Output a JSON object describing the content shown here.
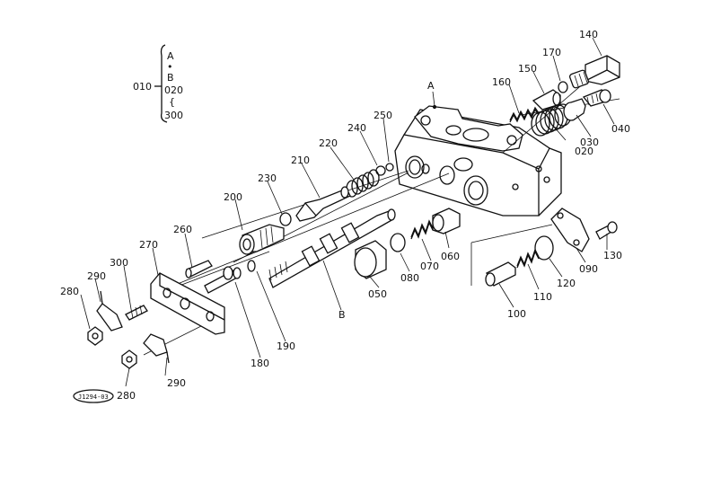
{
  "diagram": {
    "callouts": {
      "p010": "010",
      "p020": "020",
      "p030": "030",
      "p040": "040",
      "p050": "050",
      "p060": "060",
      "p070": "070",
      "p080": "080",
      "p090": "090",
      "p100": "100",
      "p110": "110",
      "p120": "120",
      "p130": "130",
      "p140": "140",
      "p150": "150",
      "p160": "160",
      "p170": "170",
      "p180": "180",
      "p190": "190",
      "p200": "200",
      "p210": "210",
      "p220": "220",
      "p230": "230",
      "p240": "240",
      "p250": "250",
      "p260": "260",
      "p270": "270",
      "p280a": "280",
      "p280b": "280",
      "p290a": "290",
      "p290b": "290",
      "p300": "300"
    },
    "group_bracket": {
      "line1": "A",
      "line2": "•",
      "line3": "B",
      "line4": "020",
      "line5": "{",
      "line6": "300"
    },
    "markers": {
      "a": "A",
      "b": "B"
    },
    "ref_code": "J1294-03"
  }
}
